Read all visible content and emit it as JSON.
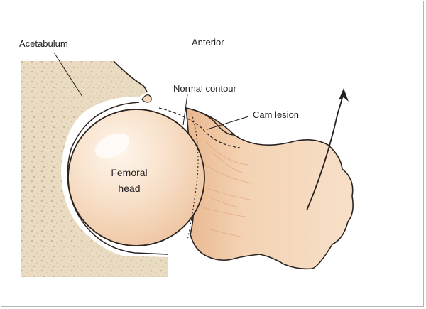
{
  "diagram": {
    "labels": {
      "acetabulum": "Acetabulum",
      "anterior": "Anterior",
      "normal_contour": "Normal contour",
      "cam_lesion": "Cam lesion",
      "femoral_head_line1": "Femoral",
      "femoral_head_line2": "head"
    },
    "colors": {
      "frame": "#b3b3b3",
      "bone_fill": "#f6dcc2",
      "bone_shadow": "#e7b994",
      "bone_outline": "#2b2320",
      "acetabulum_fill": "#eadcc3",
      "label_text": "#231f20"
    },
    "icons": {
      "rotation": "curved-arrow-icon"
    }
  }
}
